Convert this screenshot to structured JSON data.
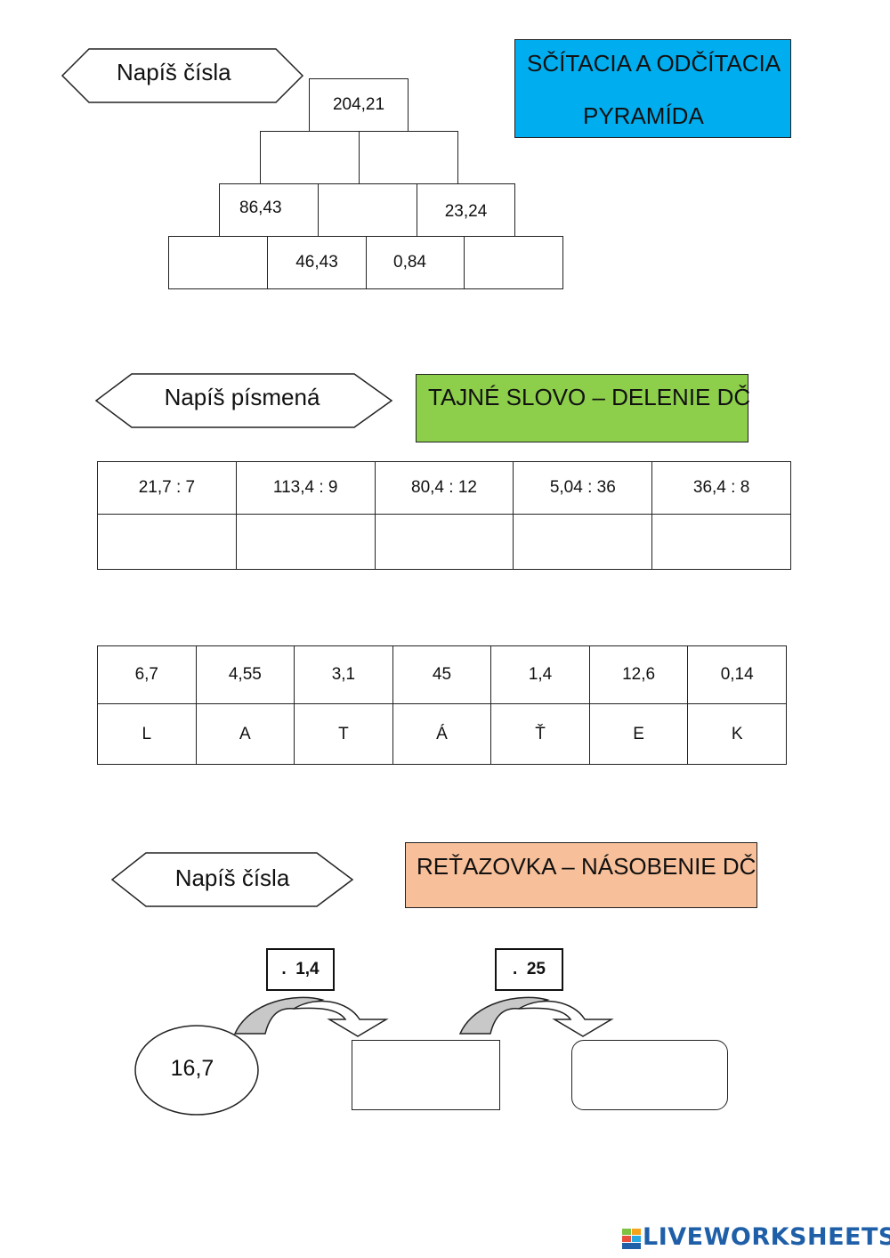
{
  "section1": {
    "instruction": "Napíš čísla",
    "title_line1": "SČÍTACIA A ODČÍTACIA",
    "title_line2": "PYRAMÍDA",
    "title_color": "#00aeef",
    "pyramid": {
      "row1": [
        "204,21"
      ],
      "row2": [
        "",
        ""
      ],
      "row3": [
        "86,43",
        "",
        "23,24"
      ],
      "row4": [
        "",
        "46,43",
        "0,84",
        ""
      ]
    }
  },
  "section2": {
    "instruction": "Napíš písmená",
    "title": "TAJNÉ SLOVO – DELENIE DČ",
    "title_color": "#8dcf4b",
    "problems": [
      "21,7 : 7",
      "113,4 : 9",
      "80,4 : 12",
      "5,04 : 36",
      "36,4 : 8"
    ],
    "answers": [
      "",
      "",
      "",
      "",
      ""
    ],
    "key_values": [
      "6,7",
      "4,55",
      "3,1",
      "45",
      "1,4",
      "12,6",
      "0,14"
    ],
    "key_letters": [
      "L",
      "A",
      "T",
      "Á",
      "Ť",
      "E",
      "K"
    ]
  },
  "section3": {
    "instruction": "Napíš čísla",
    "title": "REŤAZOVKA – NÁSOBENIE DČ",
    "title_color": "#f8c09a",
    "start_value": "16,7",
    "op1": ".  1,4",
    "op2": ".  25",
    "result1": "",
    "result2": ""
  },
  "footer": {
    "brand": "LIVEWORKSHEETS",
    "brand_color": "#1f5fa8"
  }
}
